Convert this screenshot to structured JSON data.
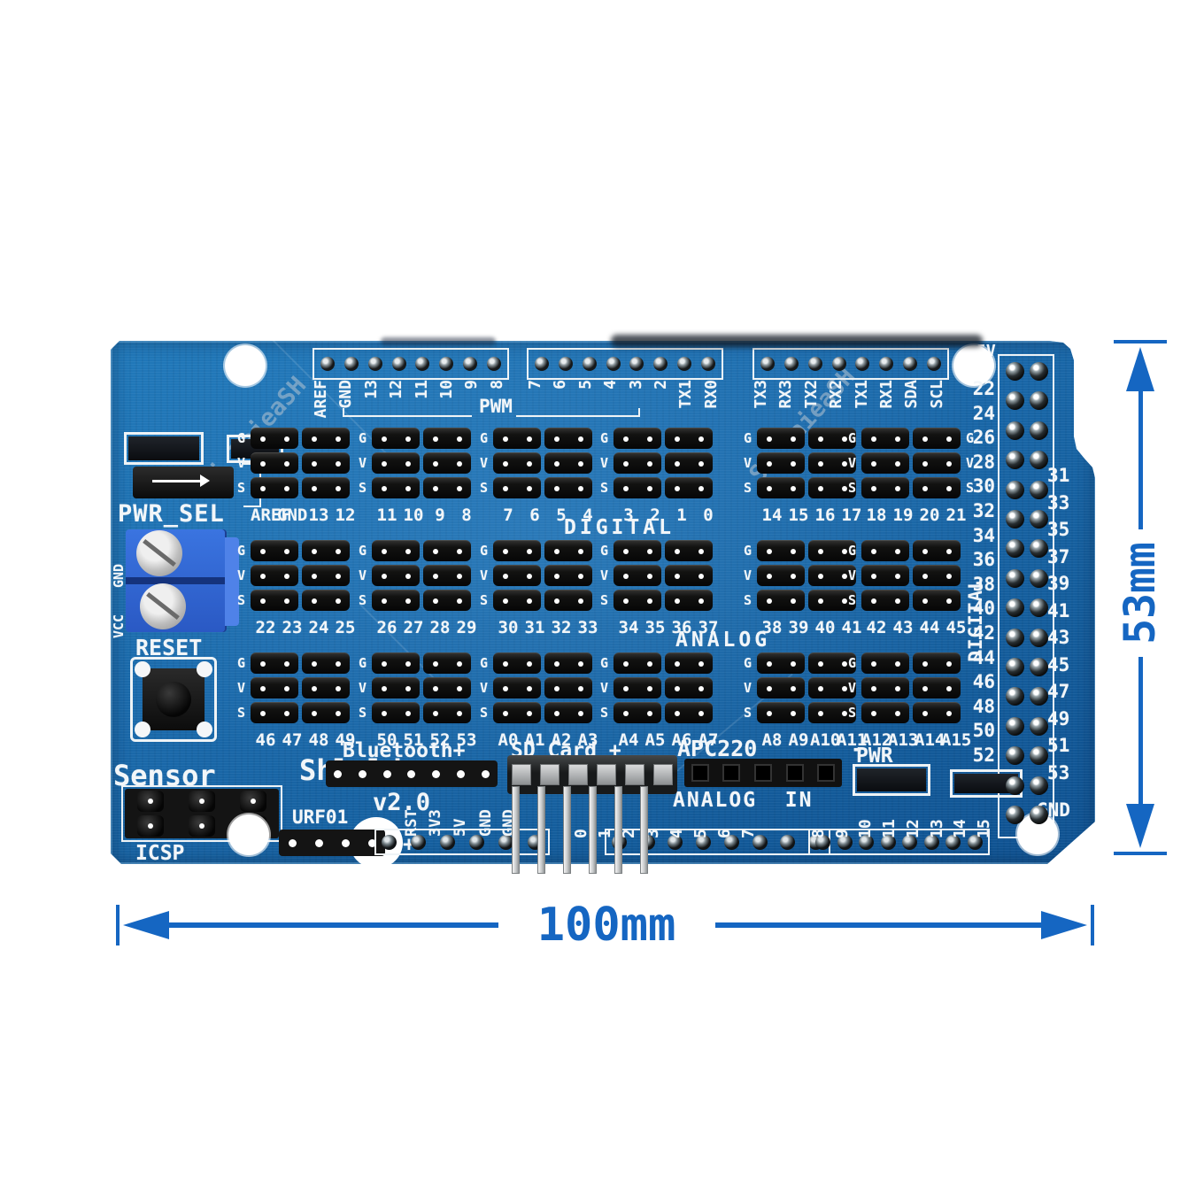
{
  "colors": {
    "dimension_blue": "#1566c2",
    "pcb_blue": "#1b6aab",
    "silkscreen": "#f2f6f9"
  },
  "dimensions": {
    "width_label": "100mm",
    "height_label": "53mm"
  },
  "watermark": {
    "text": "Si TaieaSH"
  },
  "board": {
    "top_pin_labels_left": [
      "AREF",
      "GND",
      "13",
      "12",
      "11",
      "10",
      "9",
      "8"
    ],
    "pwm_label": "PWM",
    "top_pin_labels_mid": [
      "7",
      "6",
      "5",
      "4",
      "3",
      "2",
      "TX1",
      "RX0"
    ],
    "top_pin_labels_right": [
      "TX3",
      "RX3",
      "TX2",
      "RX2",
      "TX1",
      "RX1",
      "SDA",
      "SCL"
    ],
    "gvs": [
      "G",
      "V",
      "S"
    ],
    "section_labels": {
      "digital": "DIGITAL",
      "analog": "ANALOG",
      "analog_in": "ANALOG  IN"
    },
    "grid_rows": [
      {
        "groups": [
          [
            "AREF",
            "GND",
            "13",
            "12"
          ],
          [
            "11",
            "10",
            "9",
            "8"
          ],
          [
            "7",
            "6",
            "5",
            "4"
          ],
          [
            "3",
            "2",
            "1",
            "0"
          ],
          [
            "14",
            "15",
            "16",
            "17"
          ],
          [
            "18",
            "19",
            "20",
            "21"
          ]
        ]
      },
      {
        "groups": [
          [
            "22",
            "23",
            "24",
            "25"
          ],
          [
            "26",
            "27",
            "28",
            "29"
          ],
          [
            "30",
            "31",
            "32",
            "33"
          ],
          [
            "34",
            "35",
            "36",
            "37"
          ],
          [
            "38",
            "39",
            "40",
            "41"
          ],
          [
            "42",
            "43",
            "44",
            "45"
          ]
        ]
      },
      {
        "groups": [
          [
            "46",
            "47",
            "48",
            "49"
          ],
          [
            "50",
            "51",
            "52",
            "53"
          ],
          [
            "A0",
            "A1",
            "A2",
            "A3"
          ],
          [
            "A4",
            "A5",
            "A6",
            "A7"
          ],
          [
            "A8",
            "A9",
            "A10",
            "A11"
          ],
          [
            "A12",
            "A13",
            "A14",
            "A15"
          ]
        ]
      }
    ],
    "right_header": {
      "top_label": "5V",
      "bottom_label": "GND",
      "side_label": "DIGITAL",
      "even_pins": [
        "22",
        "24",
        "26",
        "28",
        "30",
        "32",
        "34",
        "36",
        "38",
        "40",
        "42",
        "44",
        "46",
        "48",
        "50",
        "52"
      ],
      "odd_pins": [
        "31",
        "33",
        "35",
        "37",
        "39",
        "41",
        "43",
        "45",
        "47",
        "49",
        "51",
        "53"
      ]
    },
    "left_side": {
      "pwr_sel": "PWR_SEL",
      "terminal_gnd": "GND",
      "terminal_vcc": "VCC",
      "reset": "RESET",
      "title_1": "Sensor",
      "title_2": "Shleld",
      "version": "v2.0",
      "icsp": "ICSP",
      "urf01": "URF01",
      "plus": "+"
    },
    "bottom": {
      "bluetooth": "Bluetooth+",
      "sd_card": "SD Card +",
      "apc220": "APC220",
      "apc220_minus": "-",
      "pwr": "PWR",
      "power_pins": [
        "RST",
        "3V3",
        "5V",
        "GND",
        "GND"
      ],
      "analog_pins_low": [
        "0",
        "1",
        "2",
        "3",
        "4",
        "5",
        "6",
        "7"
      ],
      "analog_pins_high": [
        "8",
        "9",
        "10",
        "11",
        "12",
        "13",
        "14",
        "15"
      ],
      "gnd": "GND"
    }
  }
}
